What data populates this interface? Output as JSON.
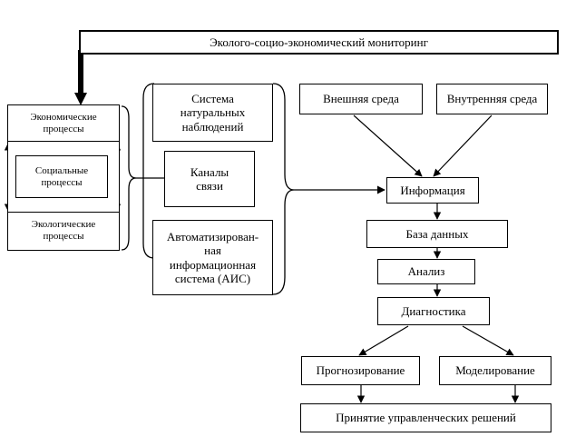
{
  "diagram": {
    "top": "Эколого-социо-экономический мониторинг",
    "processes": {
      "economic": "Экономические\nпроцессы",
      "social": "Социальные\nпроцессы",
      "ecological": "Экологические\nпроцессы"
    },
    "tools": {
      "natural": "Система\nнатуральных\nнаблюдений",
      "channels": "Каналы\nсвязи",
      "ais": "Автоматизирован-\nная\nинформационная\nсистема (АИС)"
    },
    "flow": {
      "external": "Внешняя среда",
      "internal": "Внутренняя среда",
      "information": "Информация",
      "database": "База данных",
      "analysis": "Анализ",
      "diagnostics": "Диагностика",
      "forecasting": "Прогнозирование",
      "modeling": "Моделирование",
      "decisions": "Принятие управленческих решений"
    }
  }
}
